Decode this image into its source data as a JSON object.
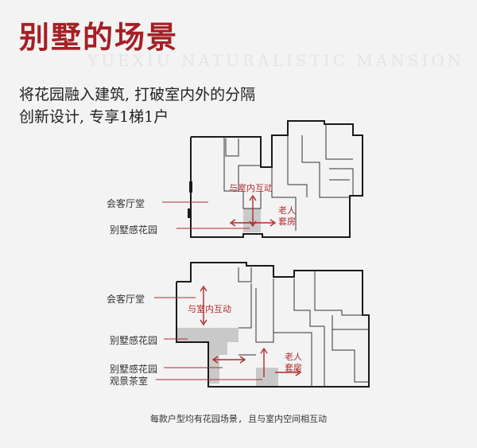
{
  "header": {
    "title": "别墅的场景",
    "watermark": "YUEXIU NATURALISTIC MANSION",
    "line1": "将花园融入建筑, 打破室内外的分隔",
    "line2": "创新设计, 专享1梯1户"
  },
  "plan_top": {
    "label_hall": "会客厅堂",
    "label_garden": "别墅感花园",
    "interaction": "与室内互动",
    "elder_room_line1": "老人",
    "elder_room_line2": "套房"
  },
  "plan_bottom": {
    "label_hall": "会客厅堂",
    "label_garden_a": "别墅感花园",
    "label_garden_b": "别墅感花园",
    "label_tea": "观景茶室",
    "interaction": "与室内互动",
    "elder_room_line1": "老人",
    "elder_room_line2": "套房"
  },
  "caption": "每款户型均有花园场景, 且与室内空间相互动",
  "colors": {
    "accent": "#a51f24",
    "garden_fill": "#c9c9c9"
  }
}
